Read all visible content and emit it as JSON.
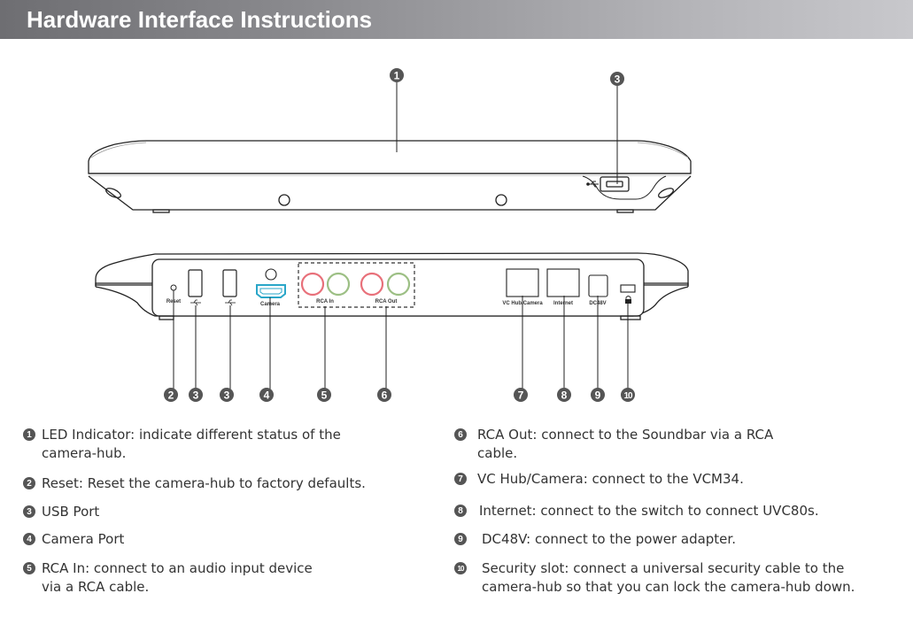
{
  "header": {
    "title": "Hardware Interface Instructions"
  },
  "diagram": {
    "callouts_top": [
      {
        "number": "1",
        "target": "LED Indicator"
      },
      {
        "number": "3",
        "target": "USB Port"
      }
    ],
    "callouts_bottom": [
      {
        "number": "2",
        "target": "Reset"
      },
      {
        "number": "3",
        "target": "USB Port"
      },
      {
        "number": "3",
        "target": "USB Port"
      },
      {
        "number": "4",
        "target": "Camera"
      },
      {
        "number": "5",
        "target": "RCA In"
      },
      {
        "number": "6",
        "target": "RCA Out"
      },
      {
        "number": "7",
        "target": "VC Hub/Camera"
      },
      {
        "number": "8",
        "target": "Internet"
      },
      {
        "number": "9",
        "target": "DC48V"
      },
      {
        "number": "10",
        "target": "Security slot"
      }
    ],
    "port_labels": {
      "reset": "Reset",
      "camera": "Camera",
      "rca_in": "RCA In",
      "rca_out": "RCA Out",
      "vc_hub": "VC Hub/Camera",
      "internet": "Internet",
      "dc48v": "DC48V"
    },
    "colors": {
      "rca_red": "#e8707a",
      "rca_green": "#9cbf84",
      "camera_port": "#2aa6c8",
      "callout": "#555555"
    }
  },
  "descriptions": {
    "left": [
      {
        "number": "1",
        "text": "LED Indicator: indicate different status of the\ncamera-hub."
      },
      {
        "number": "2",
        "text": "Reset: Reset the camera-hub to factory defaults."
      },
      {
        "number": "3",
        "text": "USB Port"
      },
      {
        "number": "4",
        "text": "Camera Port"
      },
      {
        "number": "5",
        "text": "RCA In: connect to an audio input device\nvia a RCA cable."
      }
    ],
    "right": [
      {
        "number": "6",
        "text": "RCA Out: connect to the Soundbar via a RCA\ncable."
      },
      {
        "number": "7",
        "text": "VC Hub/Camera: connect to the VCM34."
      },
      {
        "number": "8",
        "text": "Internet: connect to the switch to connect UVC80s."
      },
      {
        "number": "9",
        "text": "DC48V: connect to the power adapter."
      },
      {
        "number": "10",
        "text": "Security slot: connect a universal security cable to the\ncamera-hub so that you can lock the camera-hub down."
      }
    ]
  }
}
